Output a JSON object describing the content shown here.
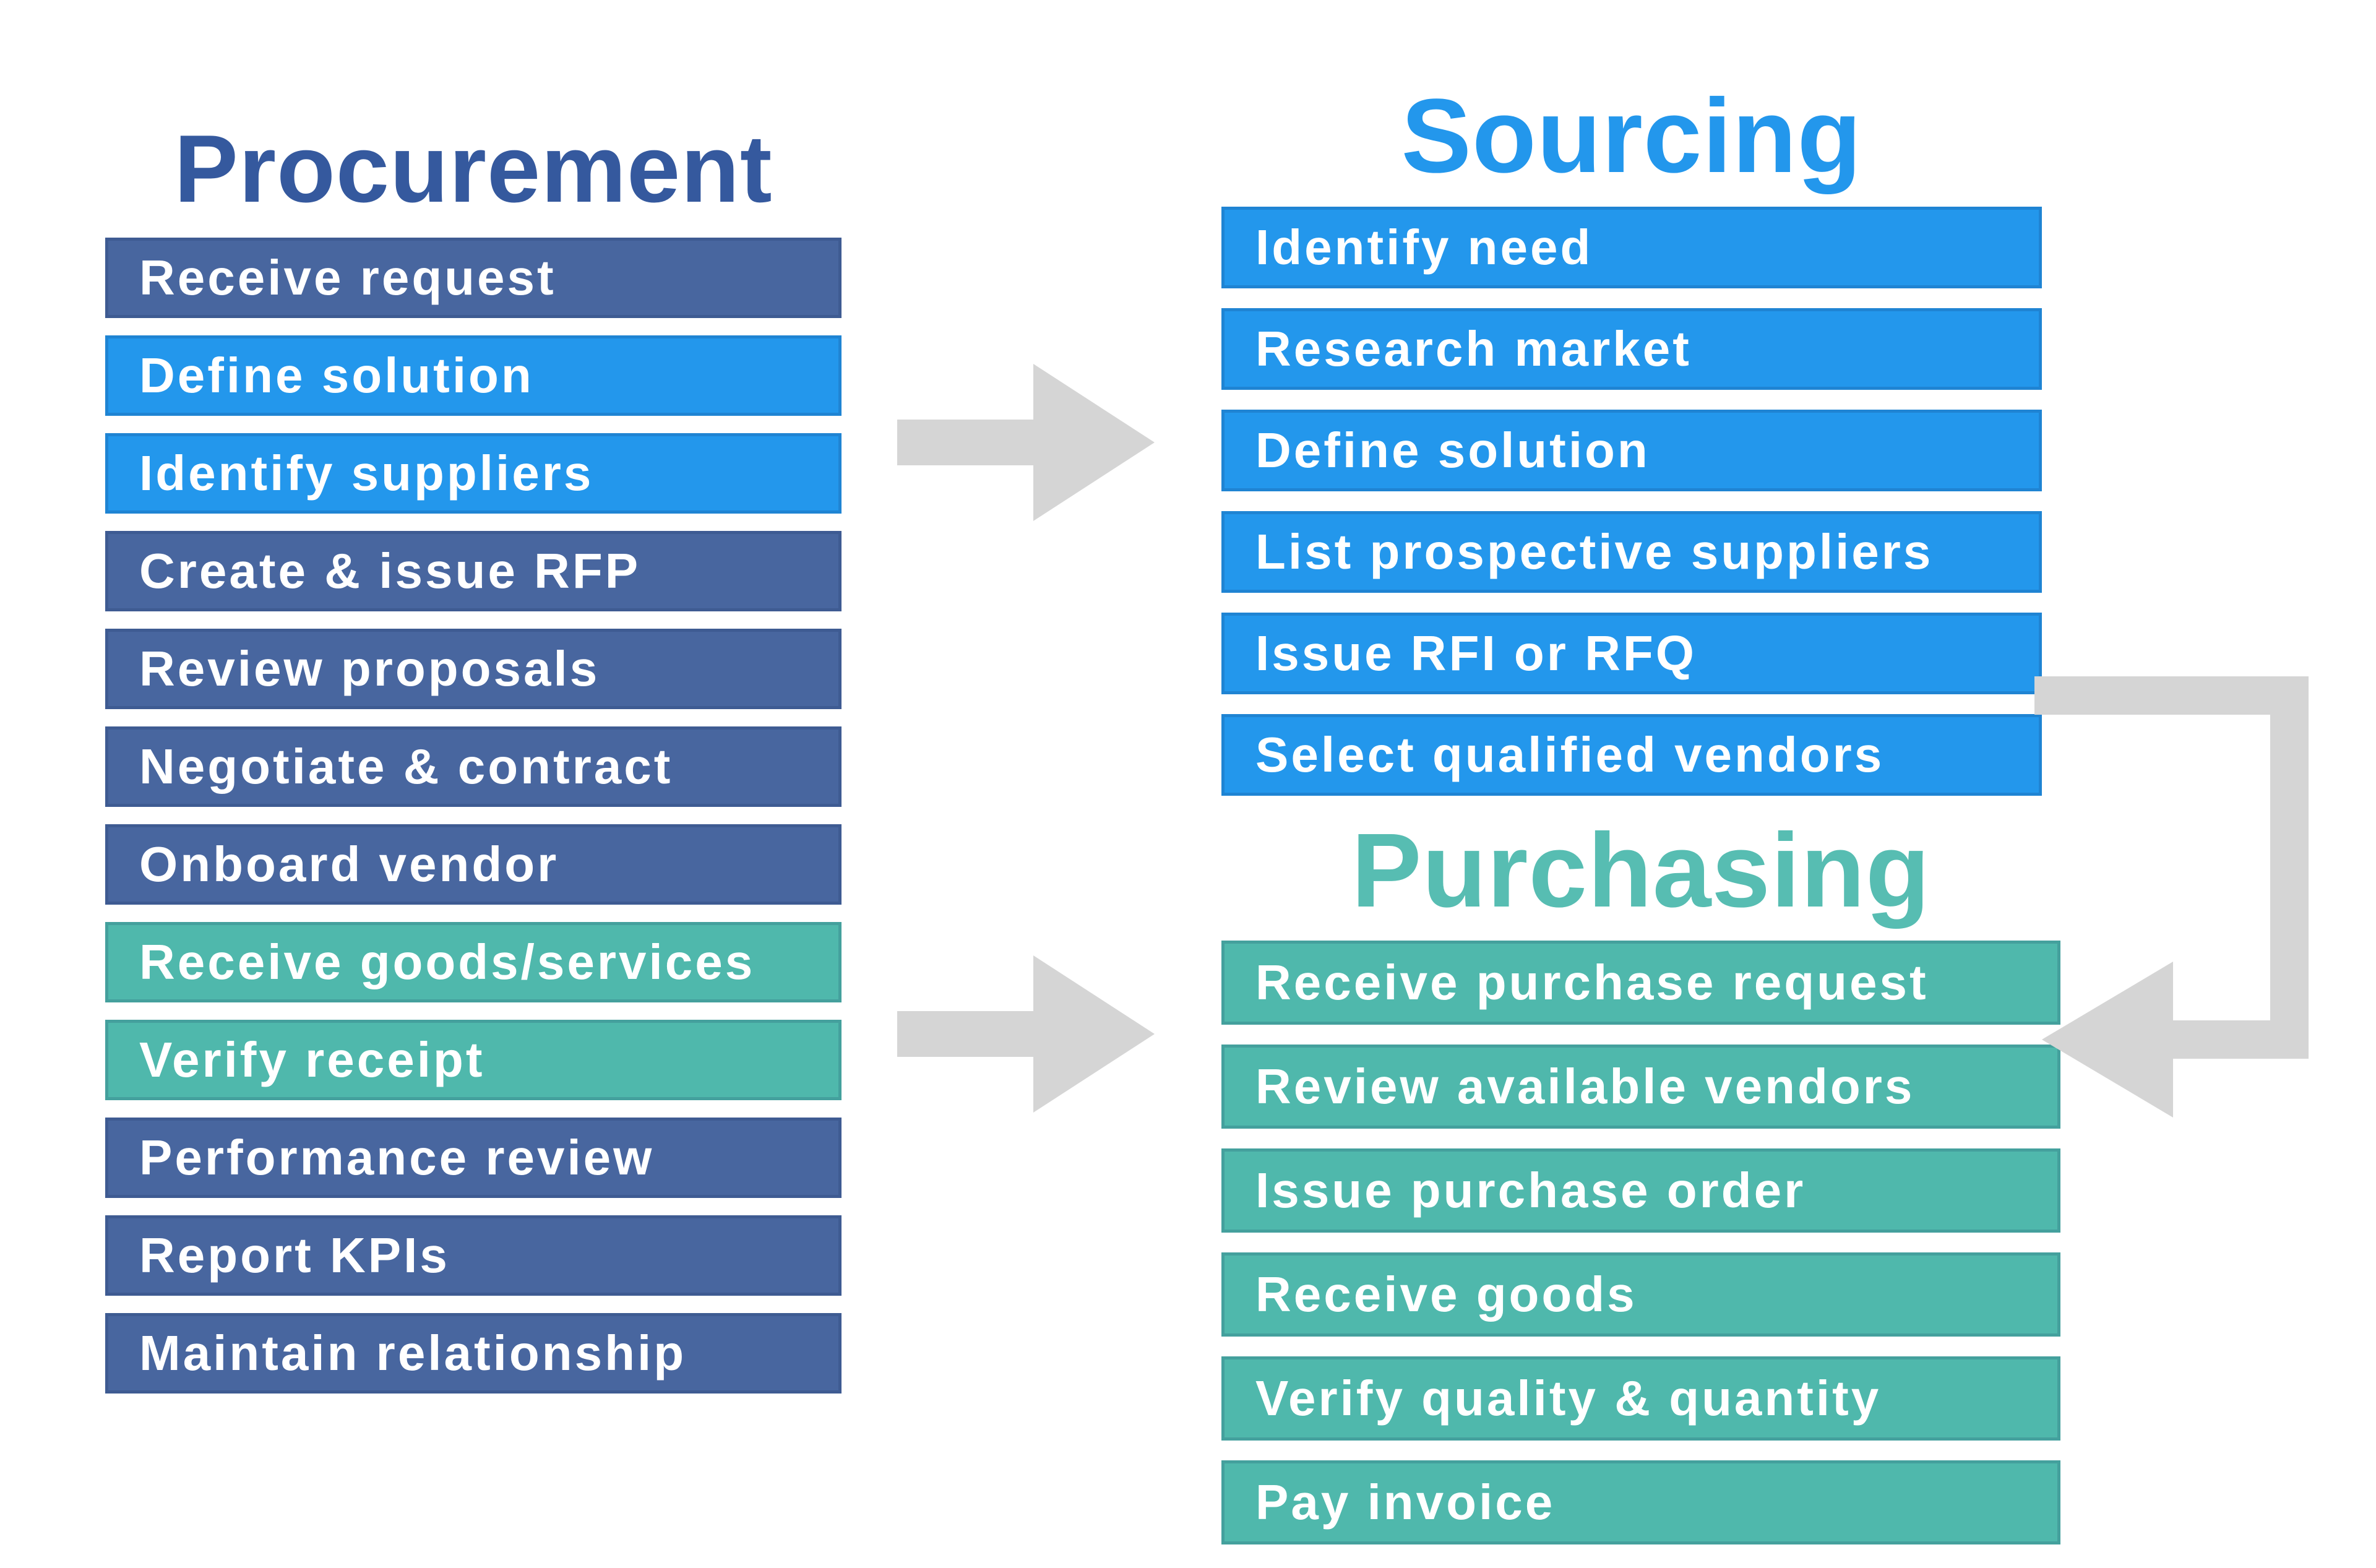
{
  "colors": {
    "dark_blue": "#48669F",
    "bright_blue": "#2397EC",
    "teal": "#4FB8AC",
    "title_dark_blue": "#35599E",
    "title_bright_blue": "#2397EC",
    "title_teal": "#57BDB2",
    "bar_text": "#FFFFFF",
    "arrow_gray": "#D5D5D5"
  },
  "procurement": {
    "title": "Procurement",
    "items": [
      {
        "label": "Receive request",
        "color": "dark_blue"
      },
      {
        "label": "Define solution",
        "color": "bright_blue"
      },
      {
        "label": "Identify suppliers",
        "color": "bright_blue"
      },
      {
        "label": "Create & issue RFP",
        "color": "dark_blue"
      },
      {
        "label": "Review proposals",
        "color": "dark_blue"
      },
      {
        "label": "Negotiate & contract",
        "color": "dark_blue"
      },
      {
        "label": "Onboard vendor",
        "color": "dark_blue"
      },
      {
        "label": "Receive goods/services",
        "color": "teal"
      },
      {
        "label": "Verify receipt",
        "color": "teal"
      },
      {
        "label": "Performance review",
        "color": "dark_blue"
      },
      {
        "label": "Report KPIs",
        "color": "dark_blue"
      },
      {
        "label": "Maintain relationship",
        "color": "dark_blue"
      }
    ]
  },
  "sourcing": {
    "title": "Sourcing",
    "items": [
      {
        "label": "Identify need",
        "color": "bright_blue"
      },
      {
        "label": "Research market",
        "color": "bright_blue"
      },
      {
        "label": "Define solution",
        "color": "bright_blue"
      },
      {
        "label": "List prospective suppliers",
        "color": "bright_blue"
      },
      {
        "label": "Issue RFI or RFQ",
        "color": "bright_blue"
      },
      {
        "label": "Select qualified vendors",
        "color": "bright_blue"
      }
    ]
  },
  "purchasing": {
    "title": "Purchasing",
    "items": [
      {
        "label": "Receive purchase request",
        "color": "teal"
      },
      {
        "label": "Review available vendors",
        "color": "teal"
      },
      {
        "label": "Issue purchase order",
        "color": "teal"
      },
      {
        "label": "Receive goods",
        "color": "teal"
      },
      {
        "label": "Verify quality & quantity",
        "color": "teal"
      },
      {
        "label": "Pay invoice",
        "color": "teal"
      }
    ]
  },
  "arrows": [
    {
      "name": "procurement-to-sourcing",
      "direction": "right"
    },
    {
      "name": "procurement-to-purchasing",
      "direction": "right"
    },
    {
      "name": "sourcing-to-purchasing",
      "direction": "elbow-down-left"
    }
  ]
}
